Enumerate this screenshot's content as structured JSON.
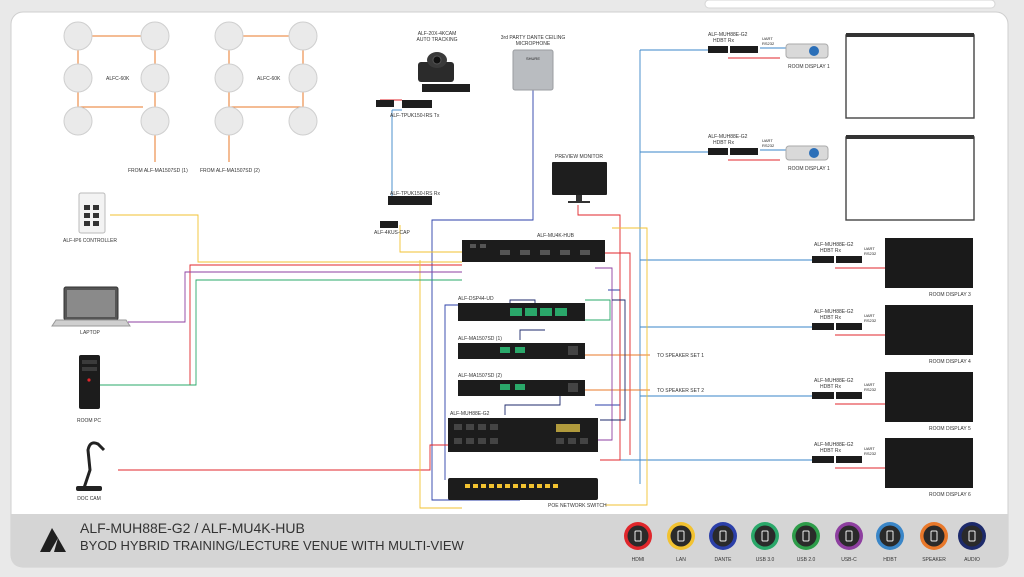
{
  "title_line1": "ALF-MUH88E-G2 / ALF-MU4K-HUB",
  "title_line2": "BYOD HYBRID TRAINING/LECTURE VENUE WITH MULTI-VIEW",
  "speakers": {
    "set1_label": "ALFC-60K",
    "set2_label": "ALFC-60K",
    "from1": "FROM ALF-MA1507SD (1)",
    "from2": "FROM ALF-MA1507SD (2)"
  },
  "camera": {
    "label_line1": "ALF-20X-4KCAM",
    "label_line2": "AUTO TRACKING"
  },
  "mic": {
    "label_line1": "3rd PARTY DANTE CEILING",
    "label_line2": "MICROPHONE",
    "brand": "SHURE"
  },
  "tpuk_tx": "ALF-TPUK150-IRS Tx",
  "tpuk_rx": "ALF-TPUK150-IRS Rx",
  "cap": "ALF-4KUS-CAP",
  "controller": "ALF-IP6 CONTROLLER",
  "laptop": "LAPTOP",
  "room_pc": "ROOM PC",
  "doc_cam": "DOC CAM",
  "preview_monitor": "PREVIEW MONITOR",
  "hub": "ALF-MU4K-HUB",
  "dsp": "ALF-DSP44-UD",
  "amp1": "ALF-MA1507SD (1)",
  "amp2": "ALF-MA1507SD (2)",
  "matrix": "ALF-MUH88E-G2",
  "poe_switch": "POE NETWORK SWITCH",
  "to_speaker1": "TO SPEAKER SET 1",
  "to_speaker2": "TO SPEAKER SET 2",
  "receivers": [
    {
      "model": "ALF-MUH88E-G2",
      "sub": "HDBT Rx",
      "uart": "UART",
      "rs": "RS232",
      "display": "ROOM DISPLAY 1"
    },
    {
      "model": "ALF-MUH88E-G2",
      "sub": "HDBT Rx",
      "uart": "UART",
      "rs": "RS232",
      "display": "ROOM DISPLAY 1"
    },
    {
      "model": "ALF-MUH88E-G2",
      "sub": "HDBT Rx",
      "uart": "UART",
      "rs": "RS232",
      "display": "ROOM DISPLAY 3"
    },
    {
      "model": "ALF-MUH88E-G2",
      "sub": "HDBT Rx",
      "uart": "UART",
      "rs": "RS232",
      "display": "ROOM DISPLAY 4"
    },
    {
      "model": "ALF-MUH88E-G2",
      "sub": "HDBT Rx",
      "uart": "UART",
      "rs": "RS232",
      "display": "ROOM DISPLAY 5"
    },
    {
      "model": "ALF-MUH88E-G2",
      "sub": "HDBT Rx",
      "uart": "UART",
      "rs": "RS232",
      "display": "ROOM DISPLAY 6"
    }
  ],
  "legend": [
    {
      "label": "HDMI",
      "color": "#e0262b",
      "icon": "hdmi-icon"
    },
    {
      "label": "LAN",
      "color": "#f2c230",
      "icon": "lan-icon"
    },
    {
      "label": "DANTE",
      "color": "#2b3fa8",
      "icon": "dante-icon"
    },
    {
      "label": "USB 3.0",
      "color": "#2aa86a",
      "icon": "usb3-icon"
    },
    {
      "label": "USB 2.0",
      "color": "#2e9d4a",
      "icon": "usb2-icon"
    },
    {
      "label": "USB-C",
      "color": "#8e3fa0",
      "icon": "usbc-icon"
    },
    {
      "label": "HDBT",
      "color": "#3a86c8",
      "icon": "hdbt-icon"
    },
    {
      "label": "SPEAKER",
      "color": "#e8782a",
      "icon": "speaker-icon"
    },
    {
      "label": "AUDIO",
      "color": "#1d2a6b",
      "icon": "audio-icon"
    }
  ]
}
